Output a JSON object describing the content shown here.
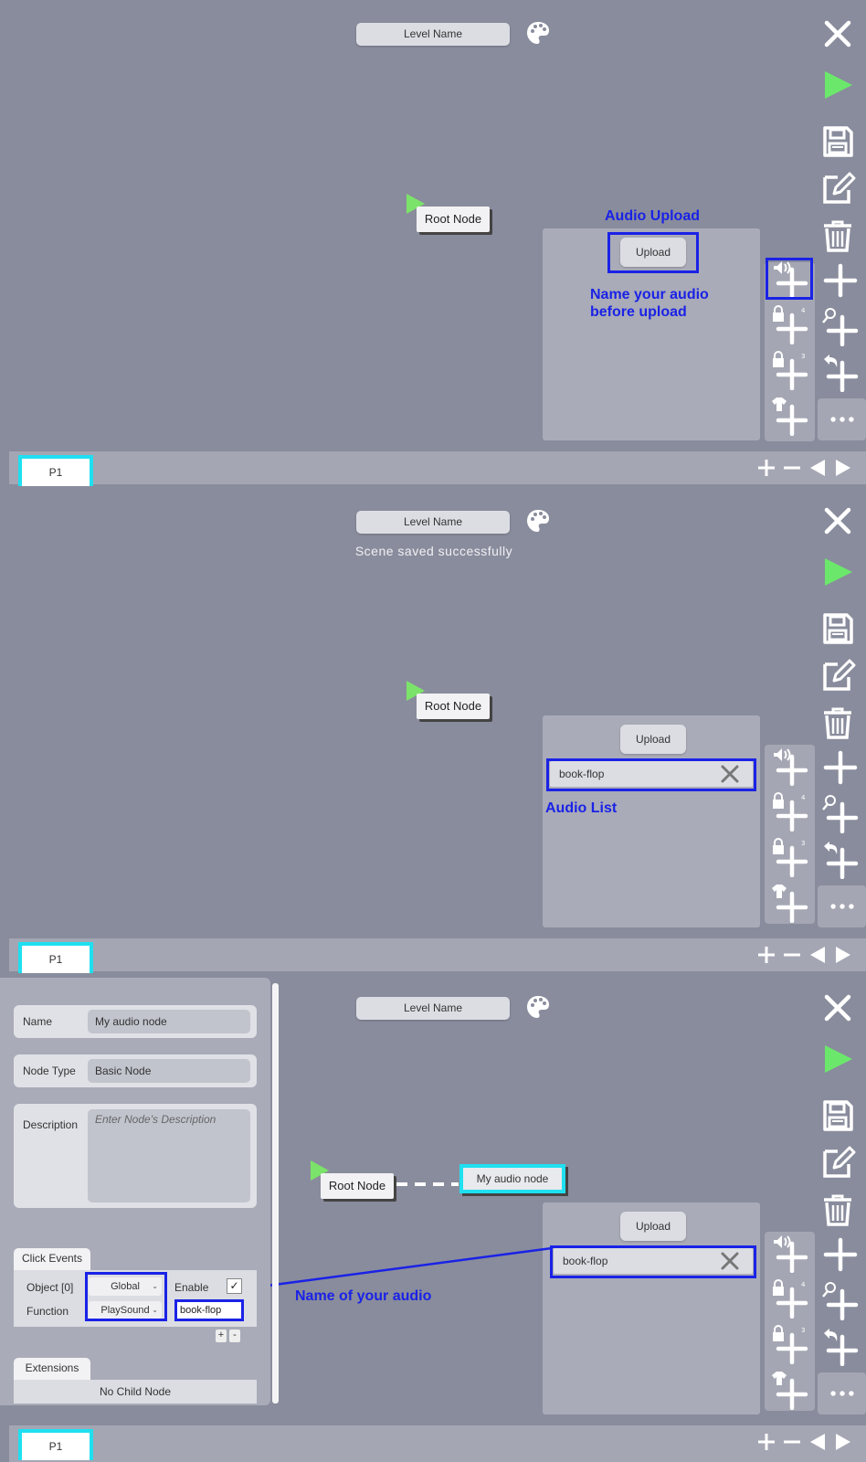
{
  "header": {
    "level_name": "Level Name"
  },
  "panel1": {
    "root_node": "Root Node",
    "upload_label": "Upload",
    "annotation_title": "Audio Upload",
    "annotation_hint": "Name your audio\nbefore upload",
    "page_tab": "P1"
  },
  "panel2": {
    "status": "Scene saved successfully",
    "root_node": "Root Node",
    "upload_label": "Upload",
    "audio_item": "book-flop",
    "annotation_list": "Audio List",
    "page_tab": "P1"
  },
  "panel3": {
    "root_node": "Root Node",
    "audio_node": "My audio node",
    "upload_label": "Upload",
    "audio_item": "book-flop",
    "annotation_name": "Name of your audio",
    "page_tab": "P1",
    "inspector": {
      "name_label": "Name",
      "name_value": "My audio node",
      "type_label": "Node Type",
      "type_value": "Basic Node",
      "desc_label": "Description",
      "desc_placeholder": "Enter Node's Description",
      "click_events_tab": "Click Events",
      "object_label": "Object [0]",
      "object_value": "Global",
      "enable_label": "Enable",
      "enable_checked": "✓",
      "function_label": "Function",
      "function_value": "PlaySound",
      "param_value": "book-flop",
      "plus": "+",
      "minus": "-",
      "extensions_tab": "Extensions",
      "no_child": "No Child Node"
    }
  },
  "colors": {
    "accent": "#1fe0f0",
    "annotation": "#1a22e6",
    "play": "#7ce36a",
    "background": "#898c9c"
  },
  "icons": [
    "close-icon",
    "play-icon",
    "save-icon",
    "edit-icon",
    "trash-icon",
    "add-icon",
    "add-audio-icon",
    "add-lock4-icon",
    "add-search-icon",
    "add-lock3-icon",
    "add-undo-icon",
    "add-shirt-icon",
    "more-icon",
    "palette-icon",
    "plus-page-icon",
    "minus-page-icon",
    "prev-page-icon",
    "next-page-icon"
  ]
}
